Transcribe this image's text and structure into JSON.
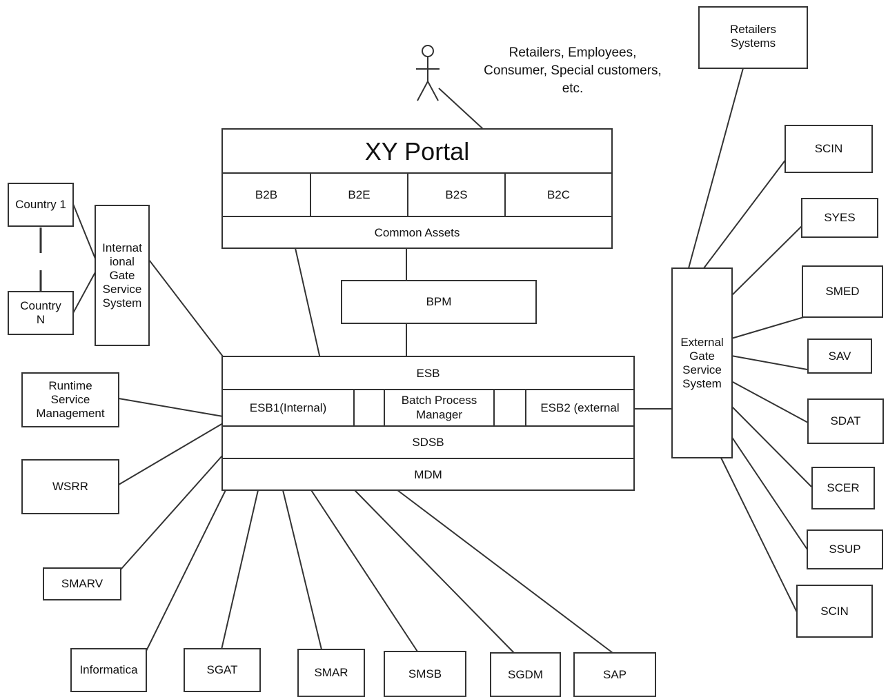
{
  "actor": {
    "note": [
      "Retailers, Employees,",
      "Consumer, Special customers,",
      "etc."
    ]
  },
  "portal": {
    "title": "XY Portal",
    "channels": [
      "B2B",
      "B2E",
      "B2S",
      "B2C"
    ],
    "common_assets": "Common Assets"
  },
  "bpm": "BPM",
  "esb": {
    "title": "ESB",
    "internal": "ESB1(Internal)",
    "batch": [
      "Batch Process",
      "Manager"
    ],
    "external": "ESB2 (external",
    "sdsb": "SDSB",
    "mdm": "MDM"
  },
  "international_gate": [
    "Internat",
    "ional",
    "Gate",
    "Service",
    "System"
  ],
  "countries": {
    "first": "Country 1",
    "last": [
      "Country",
      "N"
    ]
  },
  "external_gate": [
    "External",
    "Gate",
    "Service",
    "System"
  ],
  "retailers_systems": [
    "Retailers",
    "Systems"
  ],
  "runtime": [
    "Runtime",
    "Service",
    "Management"
  ],
  "left_systems": [
    "WSRR",
    "SMARV"
  ],
  "bottom_systems": [
    "Informatica",
    "SGAT",
    "SMAR",
    "SMSB",
    "SGDM",
    "SAP"
  ],
  "right_systems": [
    "SCIN",
    "SYES",
    "SMED",
    "SAV",
    "SDAT",
    "SCER",
    "SSUP",
    "SCIN"
  ]
}
